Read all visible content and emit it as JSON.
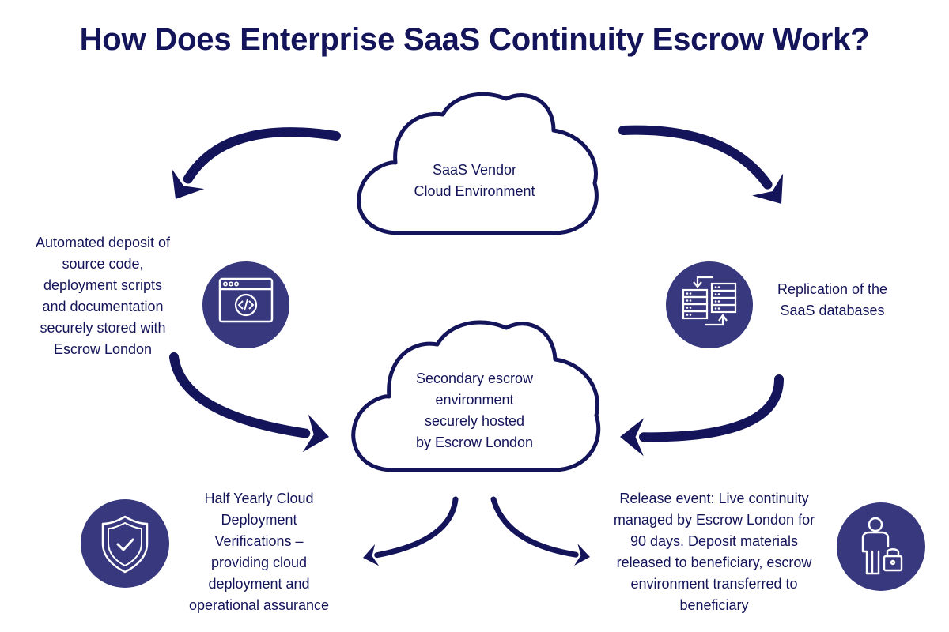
{
  "title": "How Does Enterprise SaaS Continuity Escrow Work?",
  "colors": {
    "navy": "#14145a",
    "circle_fill": "#38387e",
    "background": "#ffffff"
  },
  "top_cloud": {
    "lines": [
      "SaaS Vendor",
      "Cloud Environment"
    ]
  },
  "center_cloud": {
    "lines": [
      "Secondary escrow",
      "environment",
      "securely hosted",
      "by Escrow London"
    ]
  },
  "left_step": {
    "icon": "code-window-icon",
    "lines": [
      "Automated deposit of",
      "source code,",
      "deployment scripts",
      "and documentation",
      "securely stored with",
      "Escrow London"
    ]
  },
  "right_step": {
    "icon": "database-sync-icon",
    "lines": [
      "Replication of the",
      "SaaS databases"
    ]
  },
  "bottom_left_step": {
    "icon": "shield-check-icon",
    "lines": [
      "Half Yearly Cloud",
      "Deployment",
      "Verifications –",
      "providing cloud",
      "deployment and",
      "operational assurance"
    ]
  },
  "bottom_right_step": {
    "icon": "person-lock-icon",
    "lines": [
      "Release event: Live continuity",
      "managed by Escrow London for",
      "90 days. Deposit materials",
      "released to beneficiary, escrow",
      "environment transferred to",
      "beneficiary"
    ]
  }
}
